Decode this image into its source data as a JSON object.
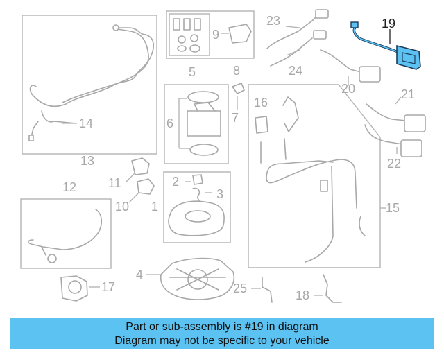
{
  "diagram": {
    "callouts": [
      "1",
      "2",
      "3",
      "4",
      "5",
      "6",
      "7",
      "8",
      "9",
      "10",
      "11",
      "12",
      "13",
      "14",
      "15",
      "16",
      "17",
      "18",
      "19",
      "20",
      "21",
      "22",
      "23",
      "24",
      "25"
    ],
    "highlighted": "19",
    "highlight_color": "#5bc2f2",
    "line_color": "#b0b0b0"
  },
  "banner": {
    "line1": "Part or sub-assembly is #19 in diagram",
    "line2": "Diagram may not be specific to your vehicle",
    "background": "#5bc2f2"
  }
}
